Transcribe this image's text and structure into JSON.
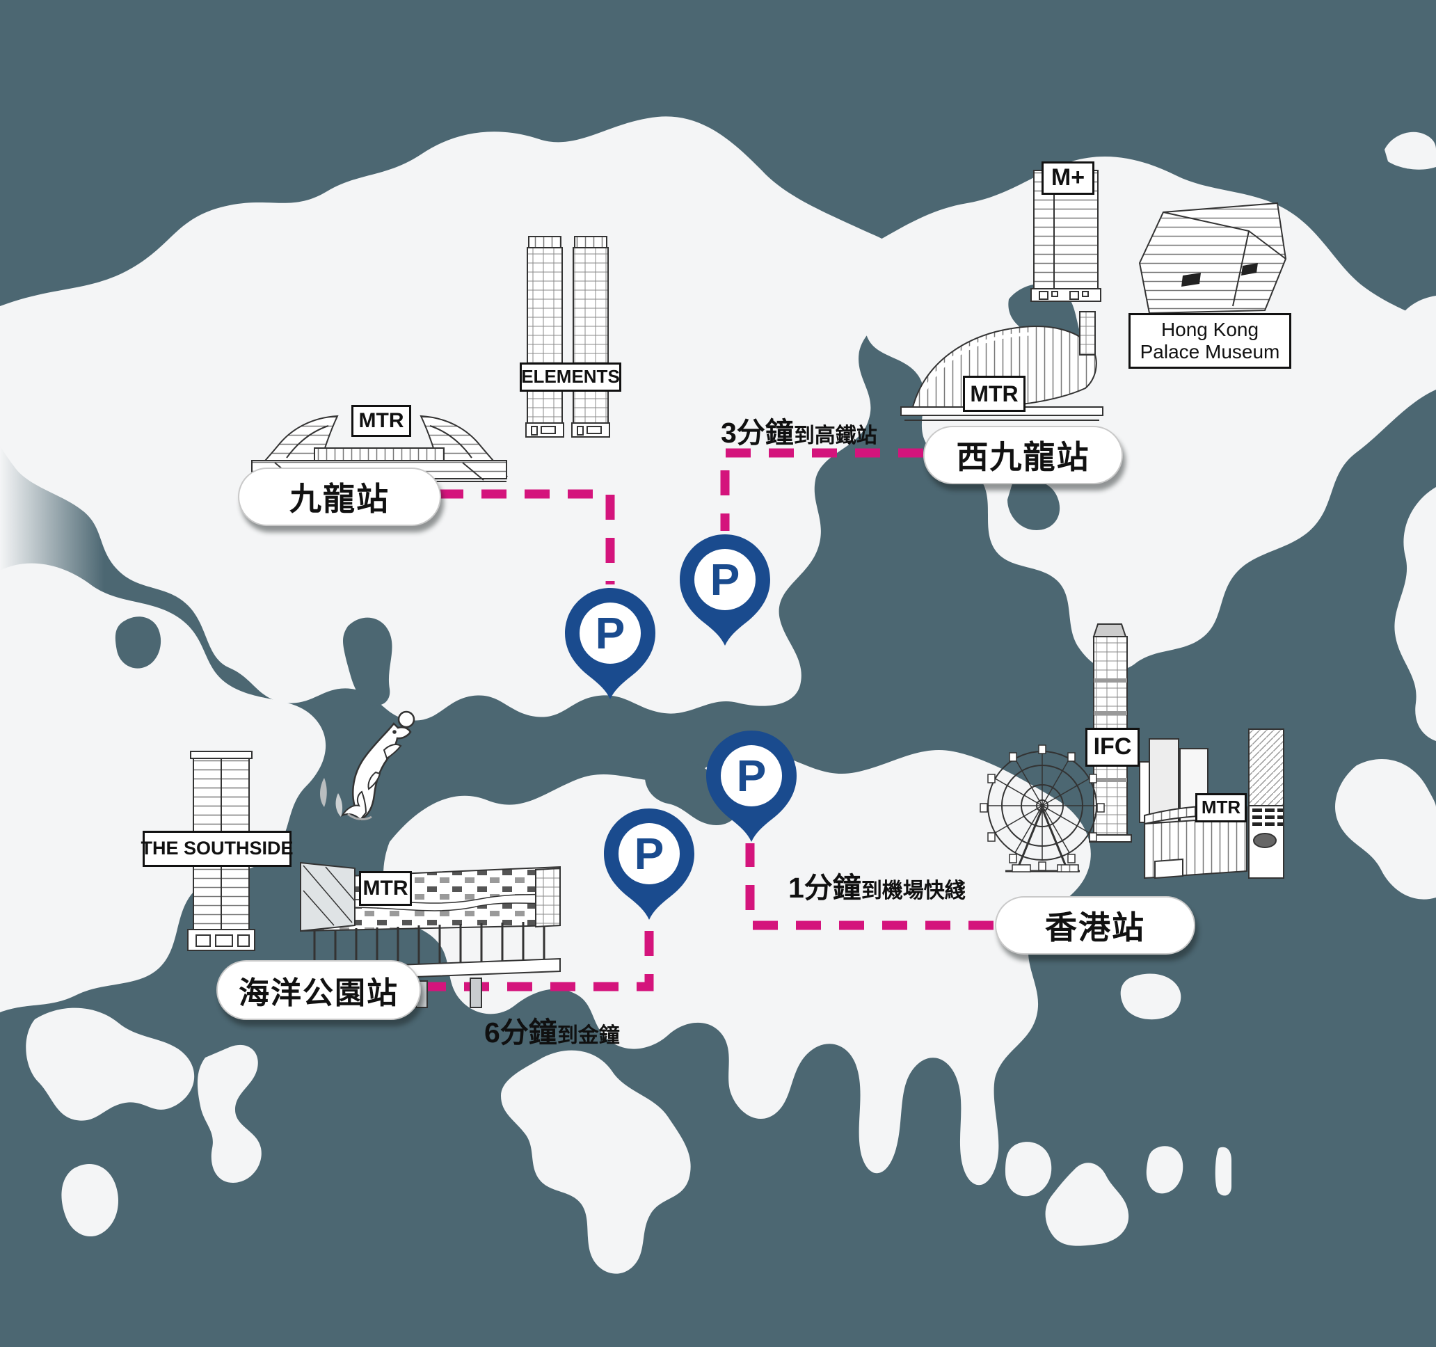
{
  "map": {
    "region": "Hong Kong",
    "colors": {
      "water": "#4C6772",
      "land": "#F4F5F6",
      "pin_blue": "#1A4B8E",
      "route_magenta": "#D4147C",
      "label_bg": "#FFFFFF",
      "label_text": "#111111"
    }
  },
  "stations": [
    {
      "id": "kowloon",
      "label": "九龍站"
    },
    {
      "id": "west-kowloon",
      "label": "西九龍站"
    },
    {
      "id": "hong-kong",
      "label": "香港站"
    },
    {
      "id": "ocean-park",
      "label": "海洋公園站"
    }
  ],
  "annotations": [
    {
      "big": "3分鐘",
      "small": "到高鐵站"
    },
    {
      "big": "1分鐘",
      "small": "到機場快綫"
    },
    {
      "big": "6分鐘",
      "small": "到金鐘"
    }
  ],
  "landmarks": {
    "mtr": "MTR",
    "elements": "ELEMENTS",
    "m_plus": "M+",
    "palace_museum_line1": "Hong Kong",
    "palace_museum_line2": "Palace Museum",
    "ifc": "IFC",
    "southside": "THE SOUTHSIDE"
  },
  "pins": {
    "label": "P",
    "count": 4
  }
}
